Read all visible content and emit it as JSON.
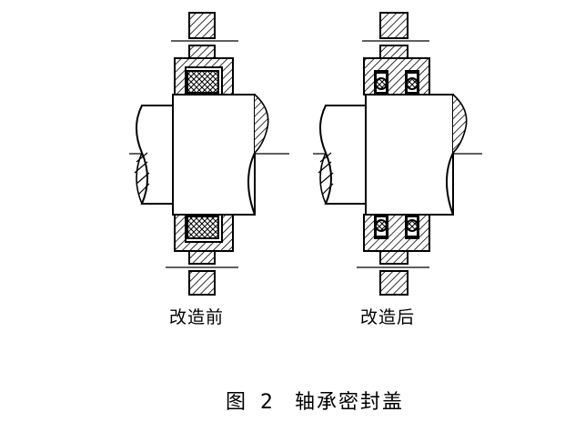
{
  "labels": {
    "before": "改造前",
    "after": "改造后"
  },
  "caption": {
    "prefix": "图",
    "number": "2",
    "title": "轴承密封盖"
  },
  "colors": {
    "line": "#000000",
    "background": "#ffffff"
  }
}
